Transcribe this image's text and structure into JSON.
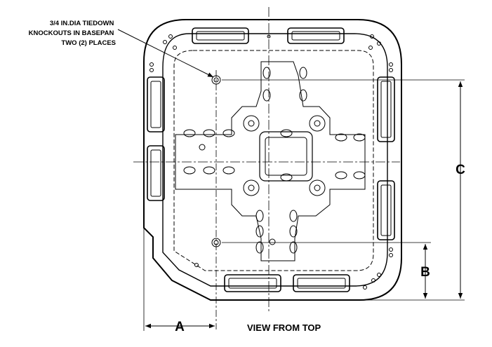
{
  "drawing": {
    "note_lines": [
      "3/4 IN.DIA TIEDOWN",
      "KNOCKOUTS IN BASEPAN",
      "TWO (2) PLACES"
    ],
    "dimension_labels": {
      "a": "A",
      "b": "B",
      "c": "C"
    },
    "caption": "VIEW FROM TOP",
    "colors": {
      "line": "#000000",
      "background": "#ffffff"
    }
  }
}
